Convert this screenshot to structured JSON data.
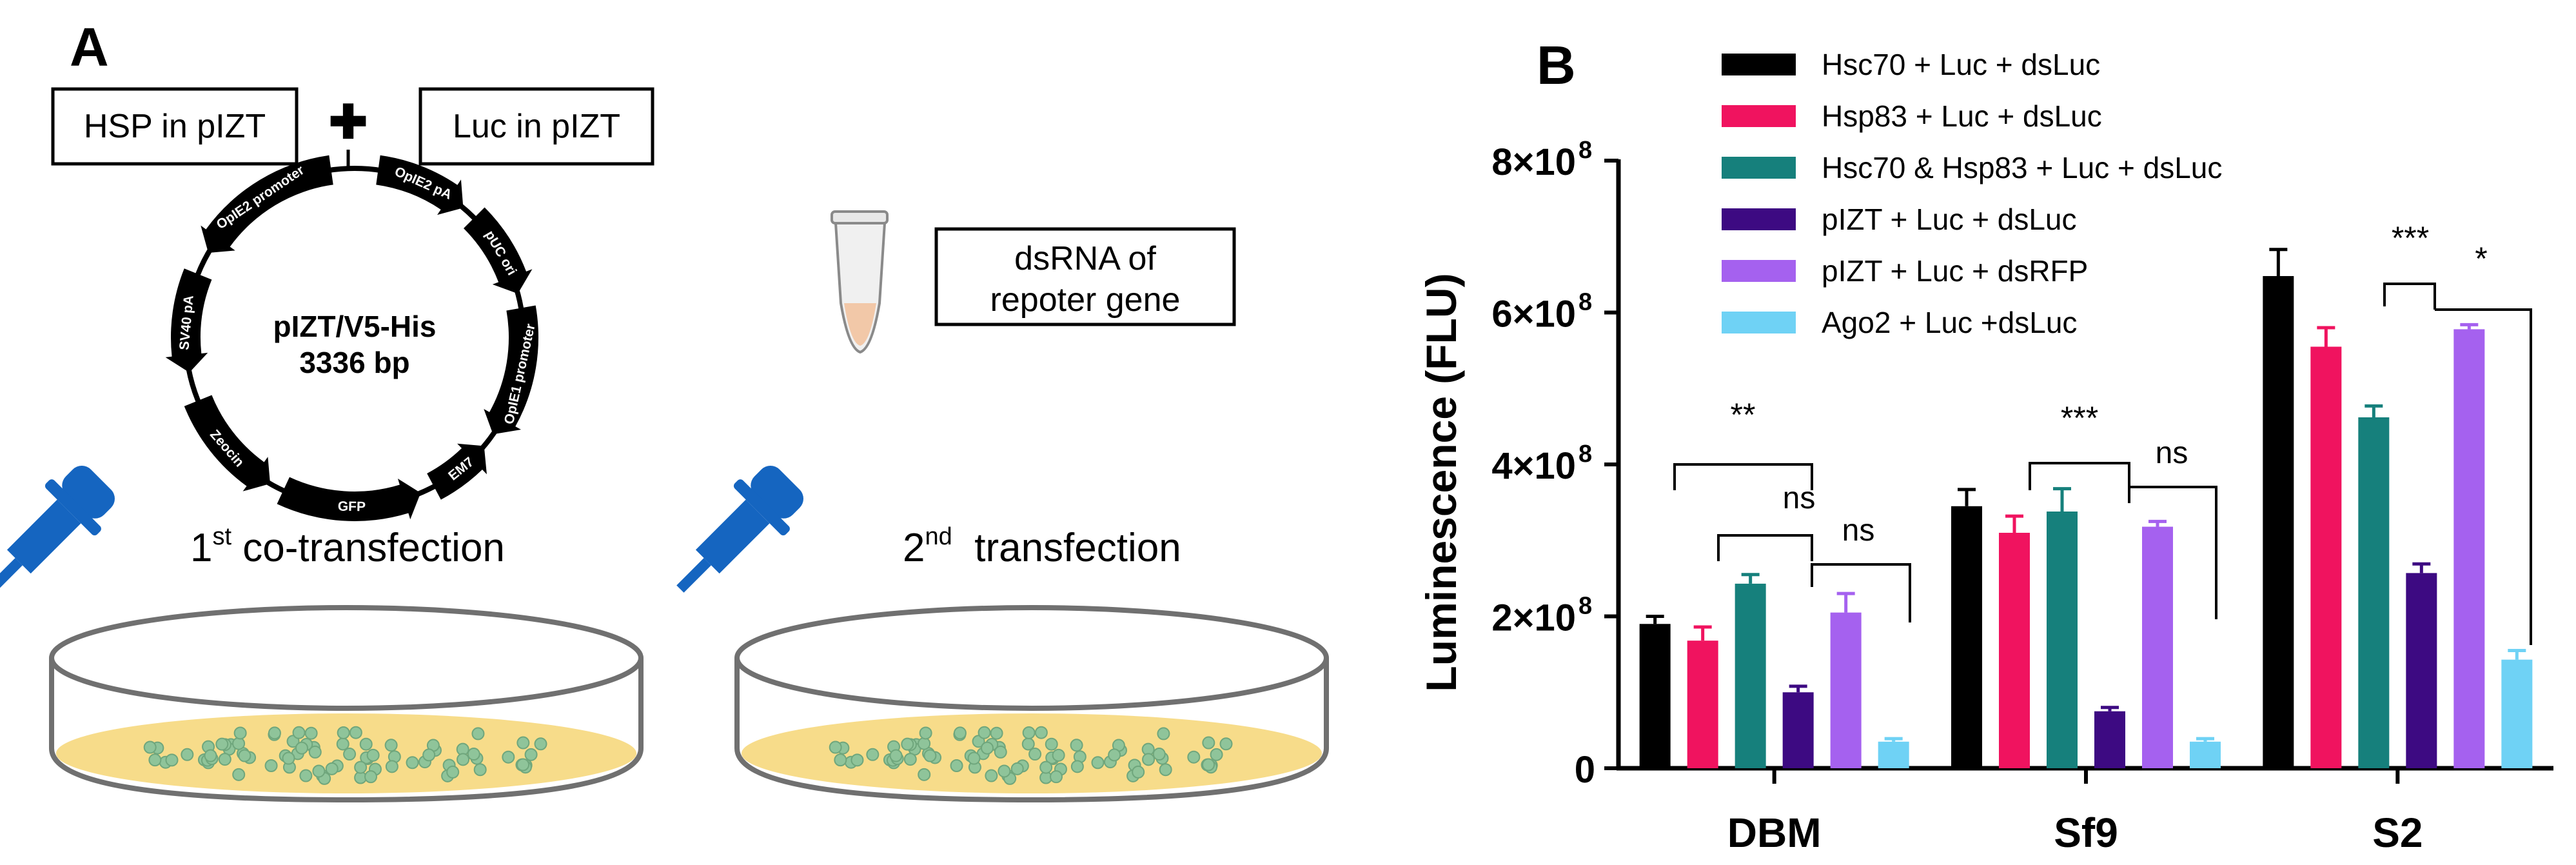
{
  "panel_a": {
    "label": "A",
    "box_hsp": "HSP in pIZT",
    "plus_sign": "✚",
    "box_luc": "Luc in pIZT",
    "plasmid_name": "pIZT/V5-His",
    "plasmid_size": "3336 bp",
    "plasmid_features": [
      "OpIE2 pA",
      "pUC ori",
      "OpIE1 promoter",
      "EM7",
      "GFP",
      "Zeocin",
      "SV40 pA",
      "OpIE2 promoter"
    ],
    "box_dsrna_line1": "dsRNA of",
    "box_dsrna_line2": "repoter gene",
    "step1_num": "1",
    "step1_sup": "st",
    "step1_text": " co-transfection",
    "step2_num": "2",
    "step2_sup": "nd",
    "step2_text": "  transfection",
    "colors": {
      "pipette": "#1565c0",
      "medium": "#f7dc8a",
      "cells": "#8fc49a",
      "tube_liquid": "#f2c8a8",
      "dish": "#707070"
    },
    "icons": [
      "pipette-icon",
      "tube-icon",
      "petri-dish-icon",
      "plasmid-map-icon"
    ]
  },
  "panel_b": {
    "label": "B",
    "ylabel": "Luminescence (FLU)",
    "sig": {
      "dbm_1": "**",
      "dbm_2": "ns",
      "dbm_3": "ns",
      "sf9_1": "***",
      "sf9_2": "ns",
      "s2_1": "***",
      "s2_2": "*"
    }
  },
  "chart_data": {
    "type": "bar",
    "categories": [
      "DBM",
      "Sf9",
      "S2"
    ],
    "ylim": [
      0,
      800000000
    ],
    "yticks": [
      {
        "value": 0,
        "label": "0",
        "exp": ""
      },
      {
        "value": 200000000,
        "label": "2×10",
        "exp": "8"
      },
      {
        "value": 400000000,
        "label": "4×10",
        "exp": "8"
      },
      {
        "value": 600000000,
        "label": "6×10",
        "exp": "8"
      },
      {
        "value": 800000000,
        "label": "8×10",
        "exp": "8"
      }
    ],
    "ylabel": "Luminescence (FLU)",
    "legend_position": "top",
    "series": [
      {
        "name": "Hsc70 + Luc + dsLuc",
        "color": "#000000",
        "values": [
          190000000,
          345000000,
          648000000
        ],
        "errors": [
          10000000,
          22000000,
          35000000
        ]
      },
      {
        "name": "Hsp83 + Luc + dsLuc",
        "color": "#f0135f",
        "values": [
          168000000,
          310000000,
          555000000
        ],
        "errors": [
          18000000,
          22000000,
          25000000
        ]
      },
      {
        "name": "Hsc70 & Hsp83 + Luc + dsLuc",
        "color": "#16807c",
        "values": [
          243000000,
          338000000,
          462000000
        ],
        "errors": [
          12000000,
          30000000,
          15000000
        ]
      },
      {
        "name": "pIZT + Luc + dsLuc",
        "color": "#3d0a82",
        "values": [
          100000000,
          75000000,
          257000000
        ],
        "errors": [
          8000000,
          5000000,
          12000000
        ]
      },
      {
        "name": "pIZT + Luc + dsRFP",
        "color": "#a561ef",
        "values": [
          205000000,
          318000000,
          578000000
        ],
        "errors": [
          25000000,
          7000000,
          6000000
        ]
      },
      {
        "name": "Ago2 + Luc +dsLuc",
        "color": "#6fd2f5",
        "values": [
          35000000,
          35000000,
          143000000
        ],
        "errors": [
          4000000,
          4000000,
          12000000
        ]
      }
    ]
  }
}
